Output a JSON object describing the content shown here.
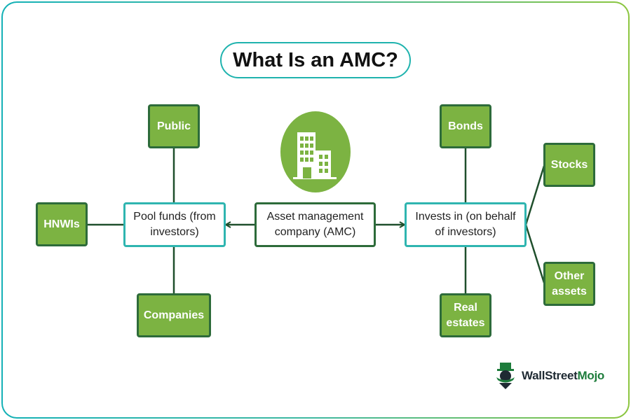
{
  "title": "What Is an AMC?",
  "center": {
    "label": "Asset management company (AMC)"
  },
  "pool": {
    "label": "Pool funds (from investors)",
    "sources": [
      "Public",
      "HNWIs",
      "Companies"
    ]
  },
  "invests": {
    "label": "Invests in (on behalf of investors)",
    "targets": [
      "Bonds",
      "Stocks",
      "Other assets",
      "Real estates"
    ]
  },
  "brand": {
    "name_part1": "WallStreet",
    "name_part2": "Mojo"
  },
  "colors": {
    "green_fill": "#7cb342",
    "dark_green": "#2d6b3a",
    "teal": "#2fb5b0"
  },
  "icons": [
    "building-icon",
    "mascot-logo-icon",
    "arrow-left-icon",
    "arrow-right-icon"
  ]
}
